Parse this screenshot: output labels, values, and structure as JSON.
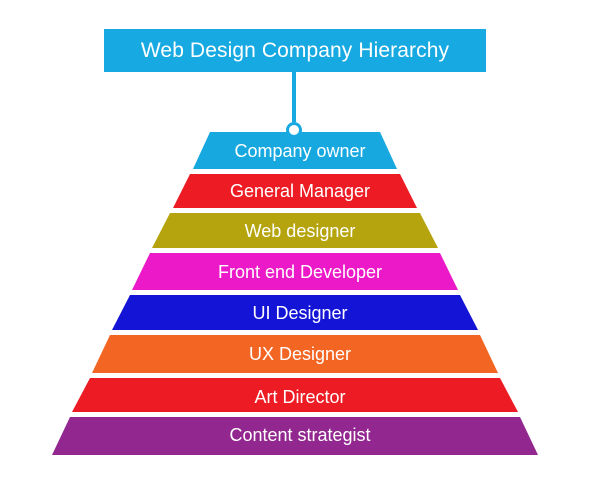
{
  "title": "Web Design Company Hierarchy",
  "tiers": [
    {
      "label": "Company owner",
      "color": "#18a8e0"
    },
    {
      "label": "General Manager",
      "color": "#ed1c24"
    },
    {
      "label": "Web designer",
      "color": "#b5a40e"
    },
    {
      "label": "Front end Developer",
      "color": "#ec19c8"
    },
    {
      "label": "UI Designer",
      "color": "#1414d6"
    },
    {
      "label": "UX Designer",
      "color": "#f26522"
    },
    {
      "label": "Art Director",
      "color": "#ed1c24"
    },
    {
      "label": "Content strategist",
      "color": "#92278f"
    }
  ]
}
